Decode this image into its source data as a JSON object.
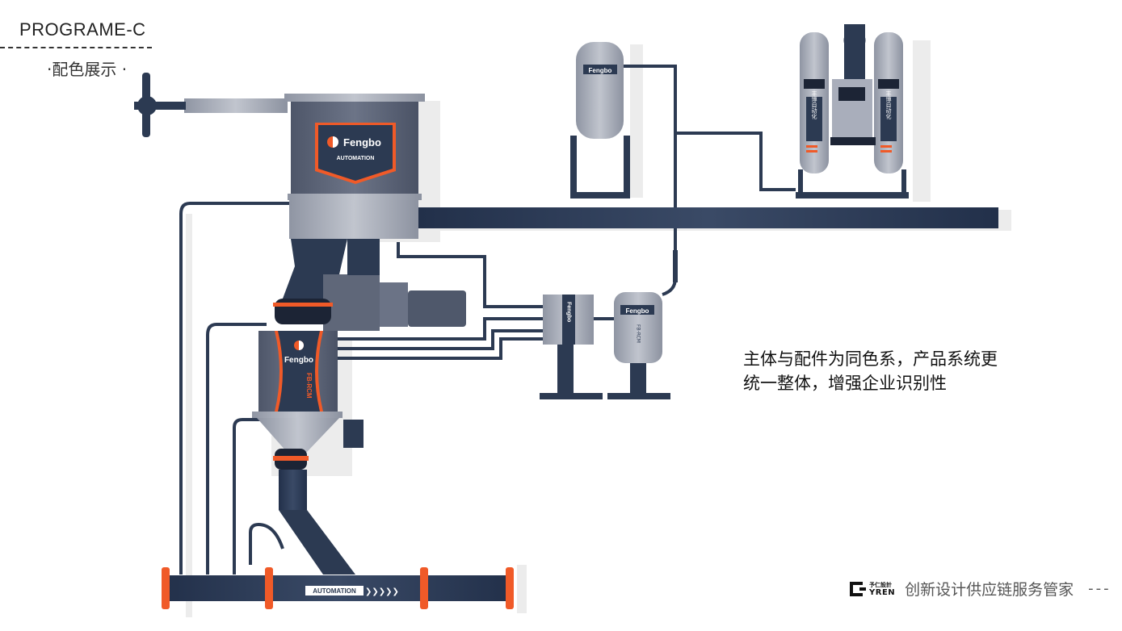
{
  "header": {
    "title": "PROGRAME-C",
    "subtitle": "·配色展示 ·"
  },
  "description": {
    "line1": "主体与配件为同色系，产品系统更",
    "line2": "统一整体，增强企业识别性"
  },
  "footer": {
    "logo_cn": "予仁設計",
    "logo_en": "YREN",
    "slogan": "创新设计供应链服务管家",
    "tail": "---"
  },
  "equipment": {
    "brand": "Fengbo",
    "badge_sub": "AUTOMATION",
    "model": "FB-RCM",
    "dryer_label": "丰博自动化",
    "pipe_label": "AUTOMATION"
  },
  "colors": {
    "navy": "#2c3a52",
    "steel": "#5f6779",
    "light_steel": "#a9aebb",
    "orange": "#f05a28"
  }
}
